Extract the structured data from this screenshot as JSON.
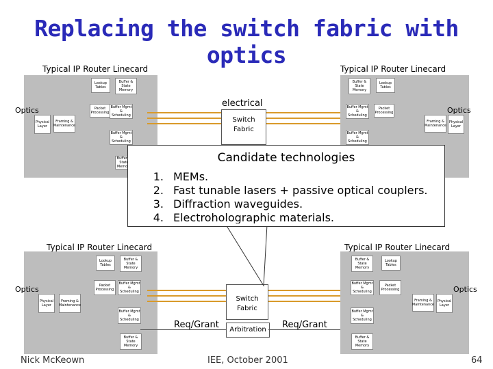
{
  "slide": {
    "title": "Replacing the switch fabric with optics",
    "footer_left": "Nick McKeown",
    "footer_center": "IEE, October 2001",
    "page_number": "64"
  },
  "linecard": {
    "title": "Typical IP Router Linecard",
    "optics": "Optics",
    "lookup": "Lookup Tables",
    "buffer_mem": "Buffer & State Memory",
    "packet_proc": "Packet Processing",
    "buffer_mgmt": "Buffer Mgmt & Scheduling",
    "physical": "Physical Layer",
    "framing": "Framing & Maintenance"
  },
  "top_center": {
    "label": "electrical",
    "switch": "Switch Fabric"
  },
  "bottom_center": {
    "switch": "Switch Fabric",
    "arbitration": "Arbitration",
    "req_left": "Req/Grant",
    "req_right": "Req/Grant"
  },
  "callout": {
    "title": "Candidate technologies",
    "items": [
      {
        "num": "1.",
        "text": "MEMs."
      },
      {
        "num": "2.",
        "text": "Fast tunable lasers + passive optical couplers."
      },
      {
        "num": "3.",
        "text": "Diffraction waveguides."
      },
      {
        "num": "4.",
        "text": "Electroholographic materials."
      }
    ]
  },
  "colors": {
    "title": "#2a2ab8",
    "panel": "#bdbdbd",
    "wire": "#d99a2a"
  }
}
